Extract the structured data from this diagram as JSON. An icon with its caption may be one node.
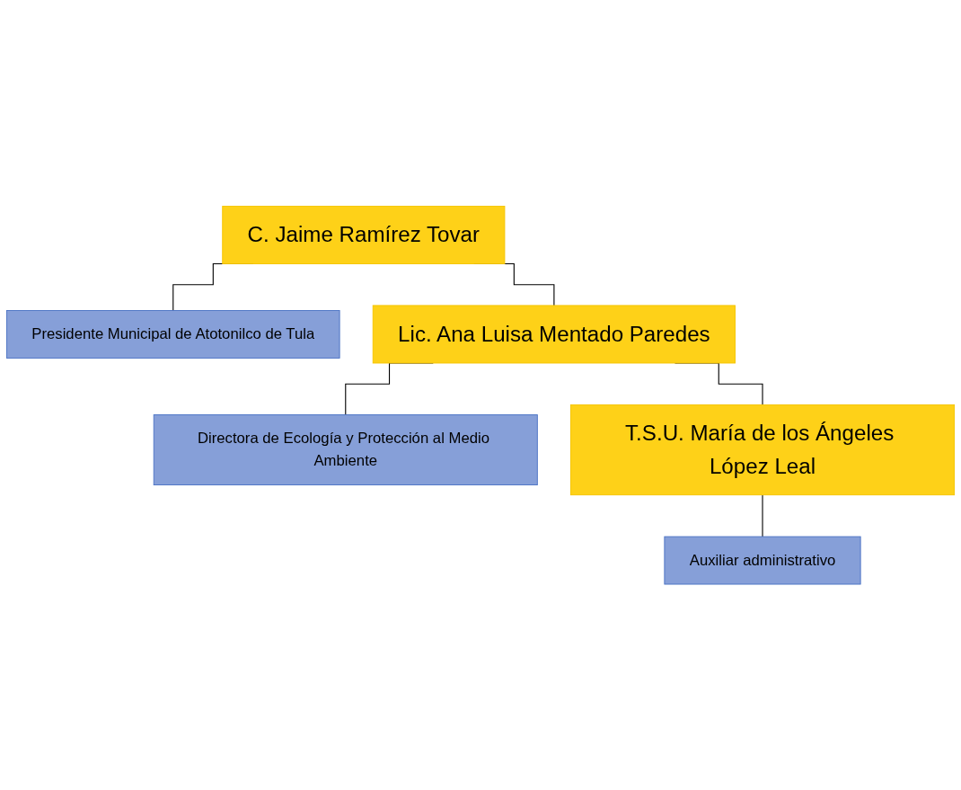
{
  "diagram": {
    "nodes": [
      {
        "text": [
          "C. Jaime Ramírez Tovar"
        ]
      },
      {
        "text": [
          "Presidente Municipal de Atotonilco de Tula"
        ]
      },
      {
        "text": [
          "Lic. Ana Luisa Mentado Paredes"
        ]
      },
      {
        "text": [
          "Directora de Ecología y Protección al Medio Ambiente"
        ]
      },
      {
        "text": [
          "T.S.U. María de los Ángeles López Leal"
        ]
      },
      {
        "text": [
          "Auxiliar administrativo"
        ]
      }
    ],
    "edges": [
      {
        "from": 0,
        "to": 1,
        "arrow": "none"
      },
      {
        "from": 0,
        "to": 2,
        "arrow": "none"
      },
      {
        "from": 2,
        "to": 3,
        "arrow": "none"
      },
      {
        "from": 2,
        "to": 4,
        "arrow": "none"
      },
      {
        "from": 4,
        "to": 5,
        "arrow": "none"
      }
    ]
  }
}
